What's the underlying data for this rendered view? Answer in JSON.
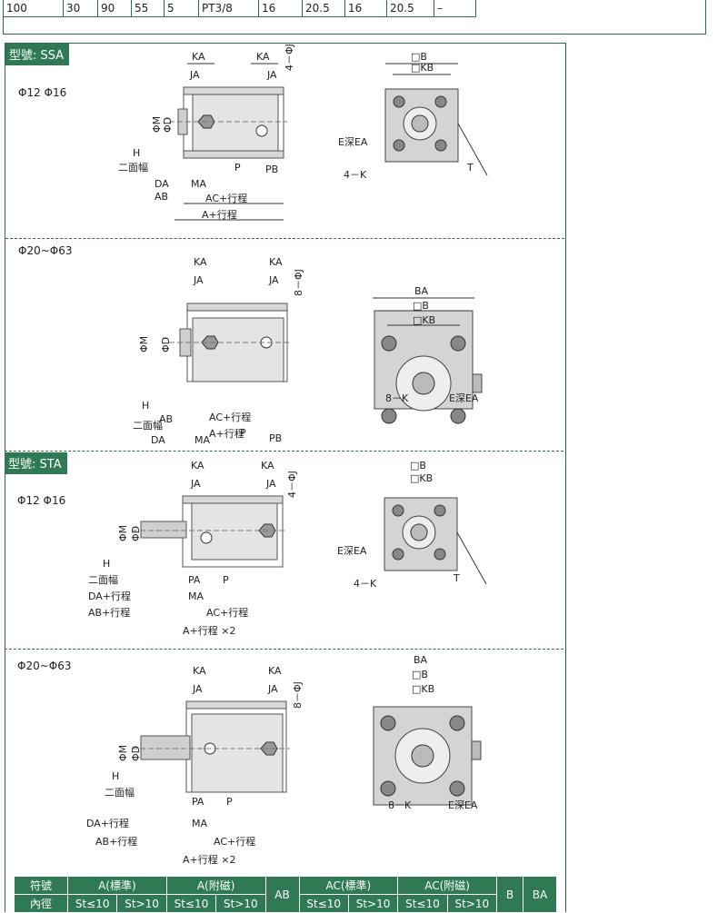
{
  "top_table": {
    "cells": [
      "100",
      "30",
      "90",
      "55",
      "5",
      "PT3/8",
      "16",
      "20.5",
      "16",
      "20.5",
      "–"
    ]
  },
  "sections": [
    {
      "model_label": "型號: SSA",
      "size": "Φ12 Φ16"
    },
    {
      "model_label": "",
      "size": "Φ20~Φ63"
    },
    {
      "model_label": "型號: STA",
      "size": "Φ12 Φ16"
    },
    {
      "model_label": "",
      "size": "Φ20~Φ63"
    }
  ],
  "dims": {
    "KA": "KA",
    "JA": "JA",
    "J4": "4－ΦJ",
    "J8": "8－ΦJ",
    "PHIM": "ΦM",
    "PHID": "ΦD",
    "H": "H",
    "NIMIAN": "二面幅",
    "DA": "DA",
    "AB": "AB",
    "MA": "MA",
    "P": "P",
    "PB": "PB",
    "PA": "PA",
    "ACS": "AC+行程",
    "AS": "A+行程",
    "DAS": "DA+行程",
    "ABS": "AB+行程",
    "AS2": "A+行程 ×2",
    "B": "□B",
    "KB": "□KB",
    "BA": "BA",
    "EA": "E深EA",
    "K4": "4－K",
    "K8": "8－K",
    "T": "T"
  },
  "spec_header": {
    "row1": [
      "符號",
      "A(標準)",
      "A(附磁)",
      "AB",
      "AC(標準)",
      "AC(附磁)",
      "B",
      "BA"
    ],
    "row2": [
      "內徑",
      "St≤10",
      "St>10",
      "St≤10",
      "St>10",
      "St≤10",
      "St>10",
      "St≤10",
      "St>10"
    ]
  },
  "colors": {
    "accent": "#2f7a55",
    "border": "#2c6e4a",
    "metal": "#c9c9c9"
  }
}
